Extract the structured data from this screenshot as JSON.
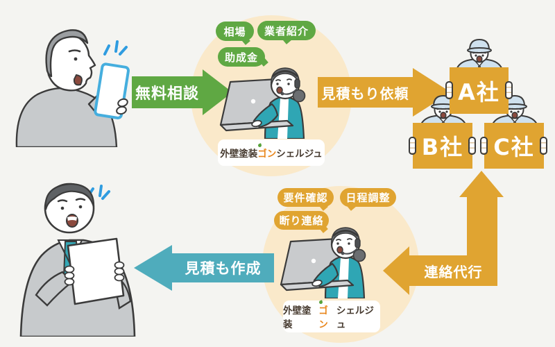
{
  "flow": {
    "consult_arrow": "無料相談",
    "estimate_request_arrow": "見積もり依頼",
    "contact_proxy_arrow": "連絡代行",
    "estimate_create_arrow": "見積も作成",
    "top_bubbles": [
      "相場",
      "業者紹介",
      "助成金"
    ],
    "bottom_bubbles": [
      "要件確認",
      "日程調整",
      "断り連絡"
    ],
    "companies": [
      "A社",
      "B社",
      "C社"
    ],
    "logo": {
      "part1": "外壁塗装",
      "accent": "ゴン",
      "part2": "シェルジュ"
    }
  },
  "figures": {
    "customer_phone": "man-with-smartphone",
    "operator_top": "call-center-operator-with-laptop",
    "operator_bottom": "call-center-operator-with-laptop",
    "contractors": "painting-contractors-holding-signs",
    "customer_documents": "man-reading-estimate-documents"
  },
  "colors": {
    "green": "#5FA843",
    "orange": "#E0A431",
    "teal": "#4FACBC",
    "cream_circle": "#FAE9CA",
    "background": "#F4F4F1",
    "logo_text": "#463A2F",
    "logo_accent": "#E8861C",
    "uniform_blue": "#CFE1EE",
    "suit_gray": "#C7CACC"
  }
}
